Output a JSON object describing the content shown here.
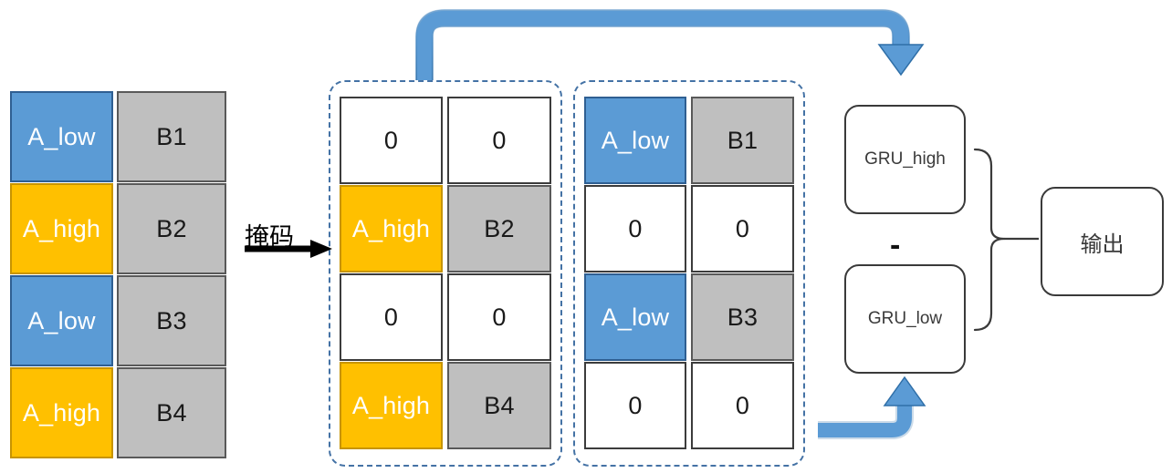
{
  "diagram": {
    "title_text": "",
    "colors": {
      "blue": "#5B9BD5",
      "amber": "#FFC000",
      "gray": "#BFBFBF",
      "white": "#FFFFFF",
      "dashed_border": "#4472A5",
      "arrow_blue": "#4F8FCB",
      "arrow_black": "#000000",
      "node_border": "#3A3A3A"
    },
    "input_table": {
      "name": "input-sequence-table",
      "rows": [
        {
          "a": "A_low",
          "a_kind": "blue",
          "b": "B1",
          "b_kind": "gray"
        },
        {
          "a": "A_high",
          "a_kind": "amber",
          "b": "B2",
          "b_kind": "gray"
        },
        {
          "a": "A_low",
          "a_kind": "blue",
          "b": "B3",
          "b_kind": "gray"
        },
        {
          "a": "A_high",
          "a_kind": "amber",
          "b": "B4",
          "b_kind": "gray"
        }
      ]
    },
    "mask_operation": {
      "label": "掩码",
      "arrow_name": "mask-arrow"
    },
    "high_masked_table": {
      "name": "high-masked-table",
      "rows": [
        {
          "a": "0",
          "a_kind": "zero",
          "b": "0",
          "b_kind": "zero"
        },
        {
          "a": "A_high",
          "a_kind": "amber",
          "b": "B2",
          "b_kind": "gray"
        },
        {
          "a": "0",
          "a_kind": "zero",
          "b": "0",
          "b_kind": "zero"
        },
        {
          "a": "A_high",
          "a_kind": "amber",
          "b": "B4",
          "b_kind": "gray"
        }
      ]
    },
    "low_masked_table": {
      "name": "low-masked-table",
      "rows": [
        {
          "a": "A_low",
          "a_kind": "blue",
          "b": "B1",
          "b_kind": "gray"
        },
        {
          "a": "0",
          "a_kind": "zero",
          "b": "0",
          "b_kind": "zero"
        },
        {
          "a": "A_low",
          "a_kind": "blue",
          "b": "B3",
          "b_kind": "gray"
        },
        {
          "a": "0",
          "a_kind": "zero",
          "b": "0",
          "b_kind": "zero"
        }
      ]
    },
    "nodes": {
      "gru_high": "GRU_high",
      "gru_low": "GRU_low",
      "minus": "-",
      "output": "输出"
    },
    "arrows": [
      {
        "name": "high-branch-arrow",
        "from": "high-masked-table",
        "to": "gru-high-box",
        "color": "#4F8FCB"
      },
      {
        "name": "low-branch-arrow",
        "from": "low-masked-table",
        "to": "gru-low-box",
        "color": "#4F8FCB"
      },
      {
        "name": "mask-arrow",
        "from": "input-sequence-table",
        "to": "high-masked-table",
        "color": "#000000"
      },
      {
        "name": "combine-brace",
        "from": "gru-high-box,gru-low-box",
        "to": "output-box",
        "color": "#3A3A3A"
      }
    ]
  }
}
